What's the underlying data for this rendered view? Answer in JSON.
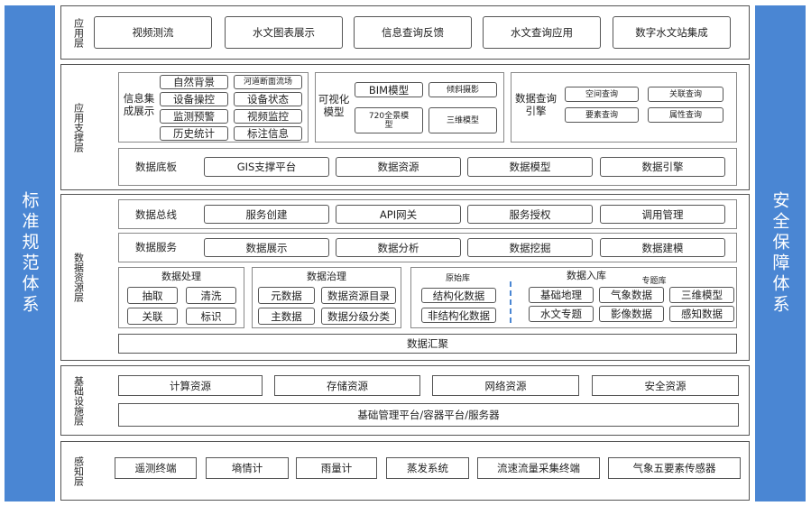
{
  "sides": {
    "left": "标准规范体系",
    "right": "安全保障体系"
  },
  "app_layer": {
    "title": "应用层",
    "items": [
      "视频测流",
      "水文图表展示",
      "信息查询反馈",
      "水文查询应用",
      "数字水文站集成"
    ]
  },
  "support_layer": {
    "title": "应用支撑层",
    "info": {
      "label": "信息集成展示",
      "items": [
        "自然背景",
        "河道断面流场",
        "设备操控",
        "设备状态",
        "监测预警",
        "视频监控",
        "历史统计",
        "标注信息"
      ]
    },
    "visual": {
      "label": "可视化模型",
      "items": [
        "BIM模型",
        "倾斜摄影",
        "720全景模型",
        "三维模型"
      ]
    },
    "query": {
      "label": "数据查询引擎",
      "items": [
        "空间查询",
        "关联查询",
        "要素查询",
        "属性查询"
      ]
    },
    "base": {
      "label": "数据底板",
      "items": [
        "GIS支撑平台",
        "数据资源",
        "数据模型",
        "数据引擎"
      ]
    }
  },
  "resource_layer": {
    "title": "数据资源层",
    "bus": {
      "label": "数据总线",
      "items": [
        "服务创建",
        "API网关",
        "服务授权",
        "调用管理"
      ]
    },
    "service": {
      "label": "数据服务",
      "items": [
        "数据展示",
        "数据分析",
        "数据挖掘",
        "数据建模"
      ]
    },
    "process": {
      "label": "数据处理",
      "items": [
        "抽取",
        "清洗",
        "关联",
        "标识"
      ]
    },
    "govern": {
      "label": "数据治理",
      "items": [
        "元数据",
        "数据资源目录",
        "主数据",
        "数据分级分类"
      ]
    },
    "raw": {
      "label": "原始库",
      "items": [
        "结构化数据",
        "非结构化数据"
      ]
    },
    "ingest": {
      "label": "数据入库"
    },
    "topic": {
      "label": "专题库",
      "items": [
        "基础地理",
        "气象数据",
        "三维模型",
        "水文专题",
        "影像数据",
        "感知数据"
      ]
    },
    "gather": "数据汇聚"
  },
  "infra_layer": {
    "title": "基础设施层",
    "items": [
      "计算资源",
      "存储资源",
      "网络资源",
      "安全资源"
    ],
    "platform": "基础管理平台/容器平台/服务器"
  },
  "sense_layer": {
    "title": "感知层",
    "items": [
      "遥测终端",
      "墒情计",
      "雨量计",
      "蒸发系统",
      "流速流量采集终端",
      "气象五要素传感器"
    ]
  }
}
